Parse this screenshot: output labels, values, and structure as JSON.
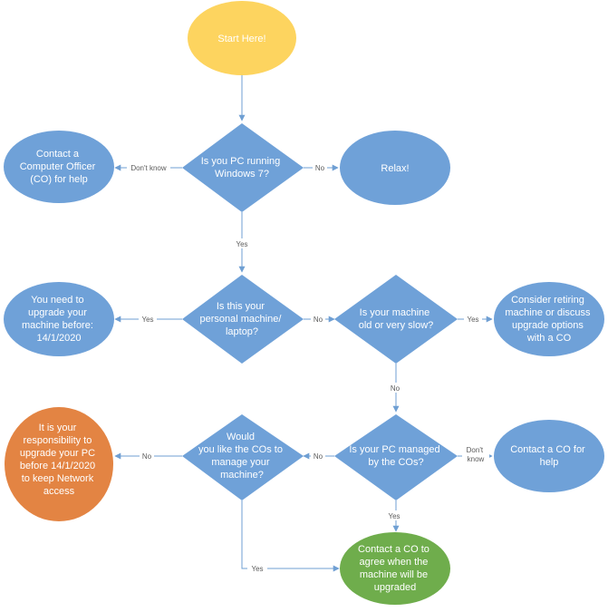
{
  "colors": {
    "process": "#6fa1d8",
    "process_stroke": "#5a8cc4",
    "start": "#fdd45f",
    "start_stroke": "#f0c43a",
    "warning": "#e38443",
    "warning_stroke": "#c96f31",
    "success": "#6fad4c",
    "success_stroke": "#4e8a35",
    "edge": "#6f9fd3"
  },
  "nodes": {
    "start": {
      "lines": [
        "Start Here!"
      ]
    },
    "q_win7": {
      "lines": [
        "Is you PC running",
        "Windows 7?"
      ]
    },
    "contact_co_help": {
      "lines": [
        "Contact a",
        "Computer Officer",
        "(CO) for help"
      ]
    },
    "relax": {
      "lines": [
        "Relax!"
      ]
    },
    "q_personal": {
      "lines": [
        "Is this your",
        "personal machine/",
        "laptop?"
      ]
    },
    "upgrade_before": {
      "lines": [
        "You need to",
        "upgrade your",
        "machine before:",
        "14/1/2020"
      ]
    },
    "q_old_slow": {
      "lines": [
        "Is your machine",
        "old or very slow?"
      ]
    },
    "consider_retiring": {
      "lines": [
        "Consider retiring",
        "machine or discuss",
        "upgrade options",
        "with a CO"
      ]
    },
    "q_managed": {
      "lines": [
        "Is your PC managed",
        "by the COs?"
      ]
    },
    "contact_co_help_2": {
      "lines": [
        "Contact a CO for",
        "help"
      ]
    },
    "q_would_like": {
      "lines": [
        "Would",
        "you like the COs to",
        "manage your",
        "machine?"
      ]
    },
    "responsibility": {
      "lines": [
        "It is your",
        "responsibility to",
        "upgrade your PC",
        "before 14/1/2020",
        "to keep Network",
        "access"
      ]
    },
    "contact_co_agree": {
      "lines": [
        "Contact a CO to",
        "agree when the",
        "machine will be",
        "upgraded"
      ]
    }
  },
  "edges": {
    "dont_know_1": {
      "lines": [
        "Don't know"
      ]
    },
    "no_1": {
      "lines": [
        "No"
      ]
    },
    "yes_1": {
      "lines": [
        "Yes"
      ]
    },
    "yes_2": {
      "lines": [
        "Yes"
      ]
    },
    "no_2": {
      "lines": [
        "No"
      ]
    },
    "yes_3": {
      "lines": [
        "Yes"
      ]
    },
    "no_3": {
      "lines": [
        "No"
      ]
    },
    "dont_know_2": {
      "lines": [
        "Don't",
        "know"
      ]
    },
    "no_4": {
      "lines": [
        "No"
      ]
    },
    "no_5": {
      "lines": [
        "No"
      ]
    },
    "yes_4": {
      "lines": [
        "Yes"
      ]
    },
    "yes_5": {
      "lines": [
        "Yes"
      ]
    }
  }
}
